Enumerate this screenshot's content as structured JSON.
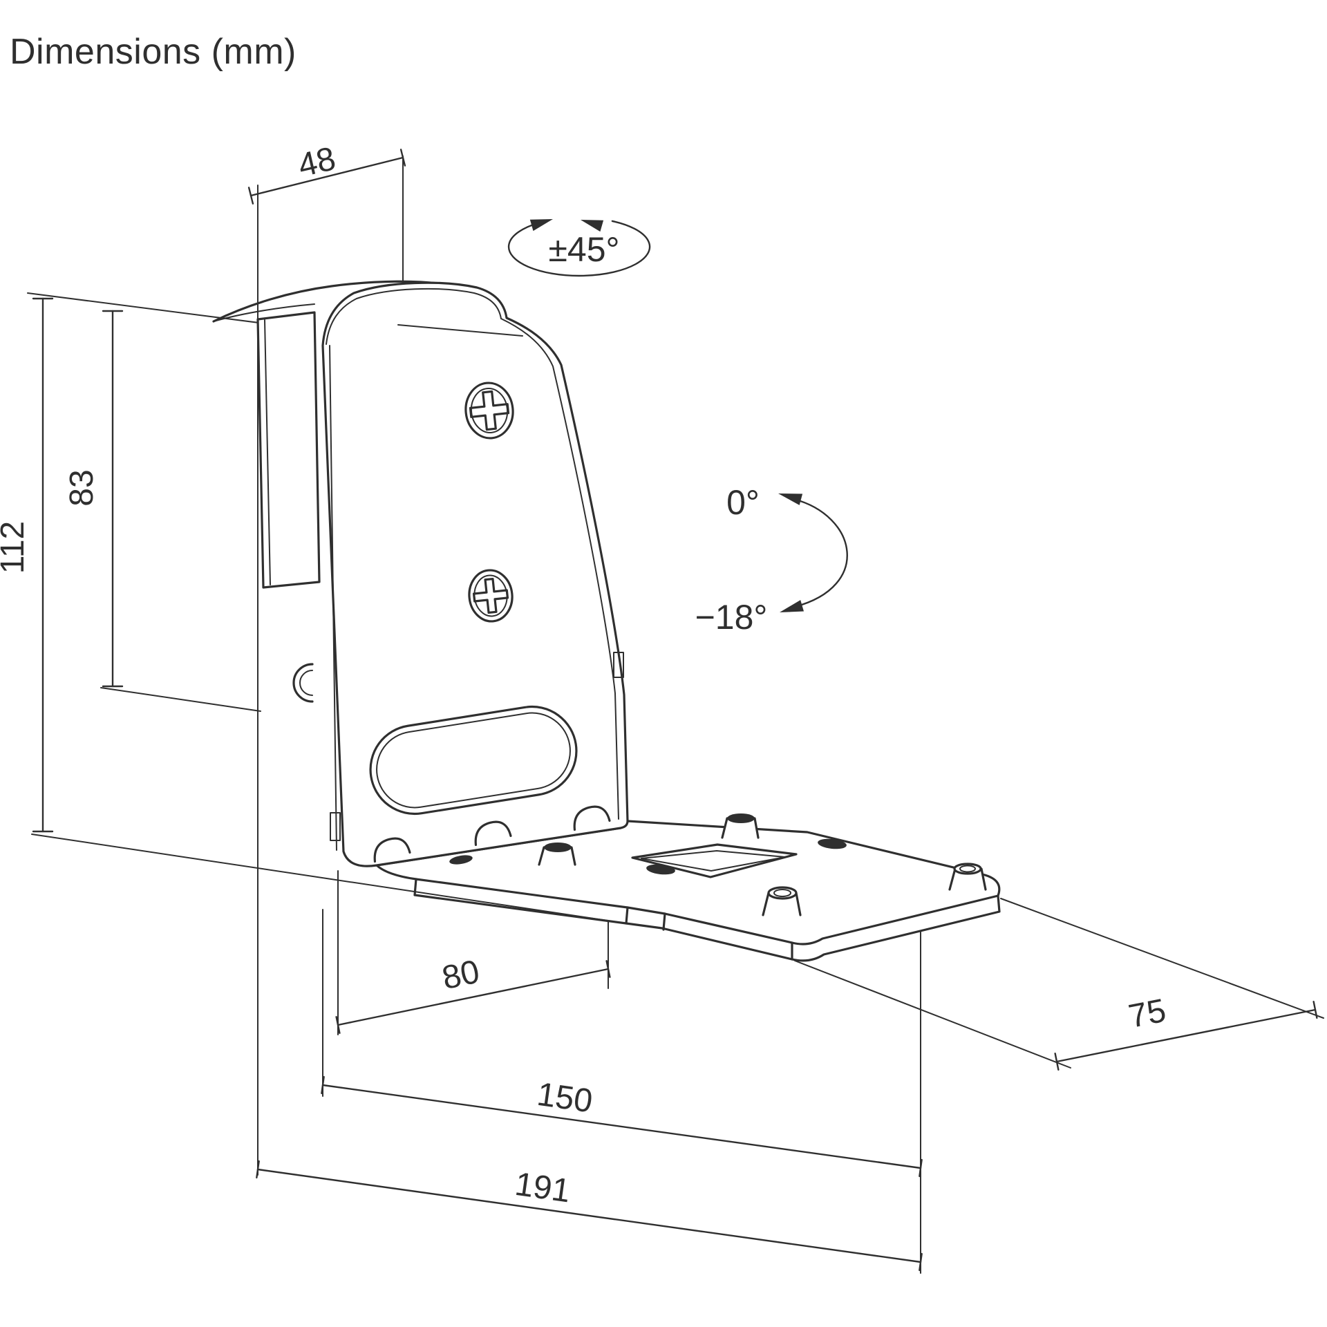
{
  "title": "Dimensions (mm)",
  "dims": {
    "top_width": "48",
    "left_outer_height": "112",
    "left_inner_height": "83",
    "base_front": "80",
    "base_mid": "150",
    "base_total": "191",
    "tray_width": "75"
  },
  "angles": {
    "swivel": "±45°",
    "tilt_from": "0°",
    "tilt_to": "−18°"
  },
  "colors": {
    "line": "#2f2f2f",
    "background": "#ffffff"
  }
}
